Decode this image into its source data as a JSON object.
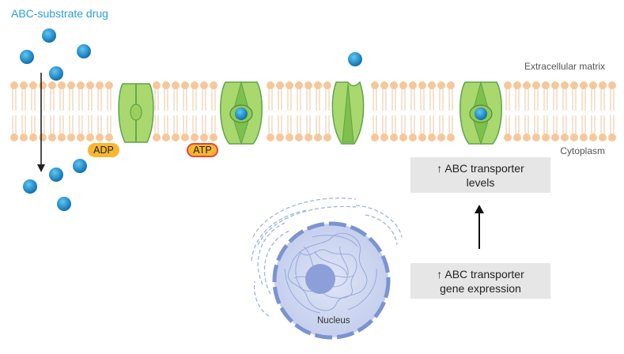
{
  "labels": {
    "drug": "ABC-substrate drug",
    "extracellular": "Extracellular matrix",
    "cytoplasm": "Cytoplasm",
    "adp": "ADP",
    "atp": "ATP",
    "nucleus": "Nucleus"
  },
  "boxes": {
    "levels": {
      "line1": "↑ ABC transporter",
      "line2": "levels"
    },
    "expression": {
      "line1": "↑ ABC transporter",
      "line2": "gene expression"
    }
  },
  "colors": {
    "drug": "#1f8fd0",
    "membrane_head": "#f6c79a",
    "transporter": "#a8d86e",
    "nucleus": "#c9d3ef",
    "badge": "#f7b731"
  }
}
